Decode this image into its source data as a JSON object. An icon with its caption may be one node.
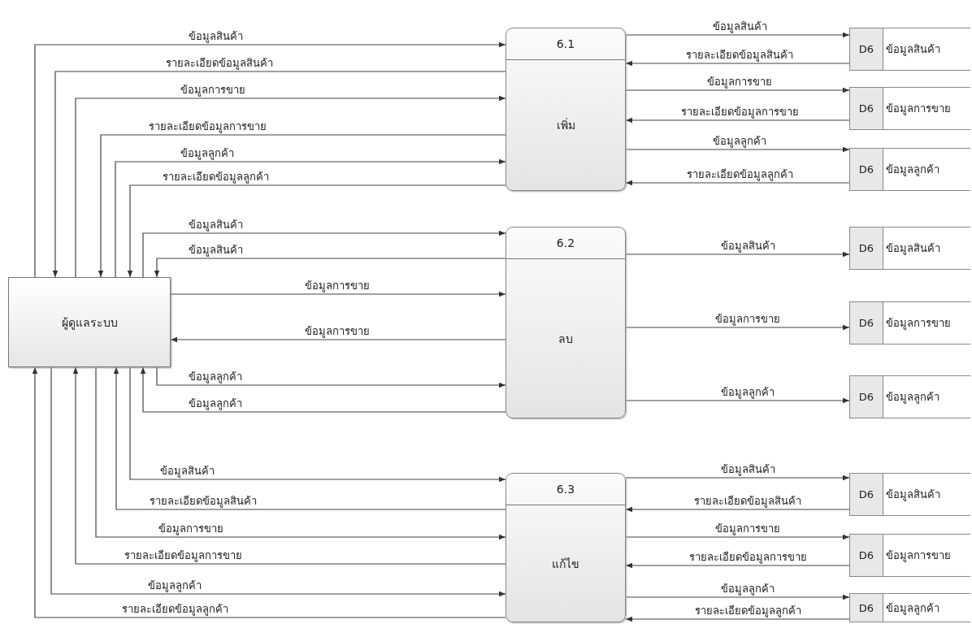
{
  "diagram": {
    "nodes": [
      {
        "text": [
          "ผู้ดูแลระบบ"
        ]
      },
      {
        "text": [
          "6.1",
          "เพิ่ม"
        ]
      },
      {
        "text": [
          "6.2",
          "ลบ"
        ]
      },
      {
        "text": [
          "6.3",
          "แก้ไข"
        ]
      },
      {
        "text": [
          "D6",
          "ข้อมูลสินค้า"
        ]
      },
      {
        "text": [
          "D6",
          "ข้อมูลการขาย"
        ]
      },
      {
        "text": [
          "D6",
          "ข้อมูลลูกค้า"
        ]
      },
      {
        "text": [
          "D6",
          "ข้อมูลสินค้า"
        ]
      },
      {
        "text": [
          "D6",
          "ข้อมูลการขาย"
        ]
      },
      {
        "text": [
          "D6",
          "ข้อมูลลูกค้า"
        ]
      },
      {
        "text": [
          "D6",
          "ข้อมูลสินค้า"
        ]
      },
      {
        "text": [
          "D6",
          "ข้อมูลการขาย"
        ]
      },
      {
        "text": [
          "D6",
          "ข้อมูลลูกค้า"
        ]
      }
    ],
    "edges": [
      {
        "from": 0,
        "to": 1,
        "arrow": "to",
        "label": "ข้อมูลสินค้า"
      },
      {
        "from": 1,
        "to": 0,
        "arrow": "to",
        "label": "รายละเอียดข้อมูลสินค้า"
      },
      {
        "from": 0,
        "to": 1,
        "arrow": "to",
        "label": "ข้อมูลการขาย"
      },
      {
        "from": 1,
        "to": 0,
        "arrow": "to",
        "label": "รายละเอียดข้อมูลการขาย"
      },
      {
        "from": 0,
        "to": 1,
        "arrow": "to",
        "label": "ข้อมูลลูกค้า"
      },
      {
        "from": 1,
        "to": 0,
        "arrow": "to",
        "label": "รายละเอียดข้อมูลลูกค้า"
      },
      {
        "from": 1,
        "to": 4,
        "arrow": "to",
        "label": "ข้อมูลสินค้า"
      },
      {
        "from": 4,
        "to": 1,
        "arrow": "to",
        "label": "รายละเอียดข้อมูลสินค้า"
      },
      {
        "from": 1,
        "to": 5,
        "arrow": "to",
        "label": "ข้อมูลการขาย"
      },
      {
        "from": 5,
        "to": 1,
        "arrow": "to",
        "label": "รายละเอียดข้อมูลการขาย"
      },
      {
        "from": 1,
        "to": 6,
        "arrow": "to",
        "label": "ข้อมูลลูกค้า"
      },
      {
        "from": 6,
        "to": 1,
        "arrow": "to",
        "label": "รายละเอียดข้อมูลลูกค้า"
      },
      {
        "from": 0,
        "to": 2,
        "arrow": "to",
        "label": "ข้อมูลสินค้า"
      },
      {
        "from": 2,
        "to": 0,
        "arrow": "to",
        "label": "ข้อมูลสินค้า"
      },
      {
        "from": 0,
        "to": 2,
        "arrow": "to",
        "label": "ข้อมูลการขาย"
      },
      {
        "from": 2,
        "to": 0,
        "arrow": "to",
        "label": "ข้อมูลการขาย"
      },
      {
        "from": 0,
        "to": 2,
        "arrow": "to",
        "label": "ข้อมูลลูกค้า"
      },
      {
        "from": 2,
        "to": 0,
        "arrow": "to",
        "label": "ข้อมูลลูกค้า"
      },
      {
        "from": 2,
        "to": 7,
        "arrow": "to",
        "label": "ข้อมูลสินค้า"
      },
      {
        "from": 2,
        "to": 8,
        "arrow": "to",
        "label": "ข้อมูลการขาย"
      },
      {
        "from": 2,
        "to": 9,
        "arrow": "to",
        "label": "ข้อมูลลูกค้า"
      },
      {
        "from": 0,
        "to": 3,
        "arrow": "to",
        "label": "ข้อมูลสินค้า"
      },
      {
        "from": 3,
        "to": 0,
        "arrow": "to",
        "label": "รายละเอียดข้อมูลสินค้า"
      },
      {
        "from": 0,
        "to": 3,
        "arrow": "to",
        "label": "ข้อมูลการขาย"
      },
      {
        "from": 3,
        "to": 0,
        "arrow": "to",
        "label": "รายละเอียดข้อมูลการขาย"
      },
      {
        "from": 0,
        "to": 3,
        "arrow": "to",
        "label": "ข้อมูลลูกค้า"
      },
      {
        "from": 3,
        "to": 0,
        "arrow": "to",
        "label": "รายละเอียดข้อมูลลูกค้า"
      },
      {
        "from": 3,
        "to": 10,
        "arrow": "to",
        "label": "ข้อมูลสินค้า"
      },
      {
        "from": 10,
        "to": 3,
        "arrow": "to",
        "label": "รายละเอียดข้อมูลสินค้า"
      },
      {
        "from": 3,
        "to": 11,
        "arrow": "to",
        "label": "ข้อมูลการขาย"
      },
      {
        "from": 11,
        "to": 3,
        "arrow": "to",
        "label": "รายละเอียดข้อมูลการขาย"
      },
      {
        "from": 3,
        "to": 12,
        "arrow": "to",
        "label": "ข้อมูลลูกค้า"
      },
      {
        "from": 12,
        "to": 3,
        "arrow": "to",
        "label": "รายละเอียดข้อมูลลูกค้า"
      }
    ]
  }
}
